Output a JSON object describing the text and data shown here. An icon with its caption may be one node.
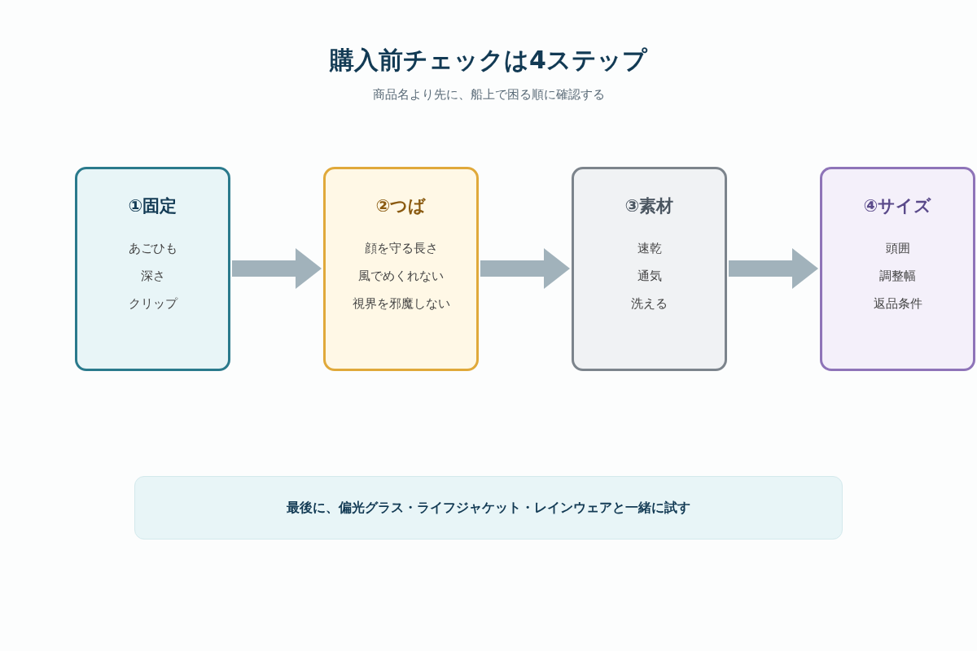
{
  "diagram": {
    "title": "購入前チェックは4ステップ",
    "nodes": [
      {
        "text": [
          "①固定",
          "あごひも",
          "深さ",
          "クリップ"
        ]
      },
      {
        "text": [
          "②つば",
          "顔を守る長さ",
          "風でめくれない",
          "視界を邪魔しない"
        ]
      },
      {
        "text": [
          "③素材",
          "速乾",
          "通気",
          "洗える"
        ]
      },
      {
        "text": [
          "④サイズ",
          "頭囲",
          "調整幅",
          "返品条件"
        ]
      },
      {
        "text": [
          "最後に、偏光グラス・ライフジャケット・レインウェアと一緒に試す"
        ]
      }
    ],
    "edges": [
      {
        "from": 0,
        "to": 1,
        "arrow": "to"
      },
      {
        "from": 1,
        "to": 2,
        "arrow": "to"
      },
      {
        "from": 2,
        "to": 3,
        "arrow": "to"
      }
    ],
    "labels": [
      "商品名より先に、船上で困る順に確認する"
    ]
  }
}
